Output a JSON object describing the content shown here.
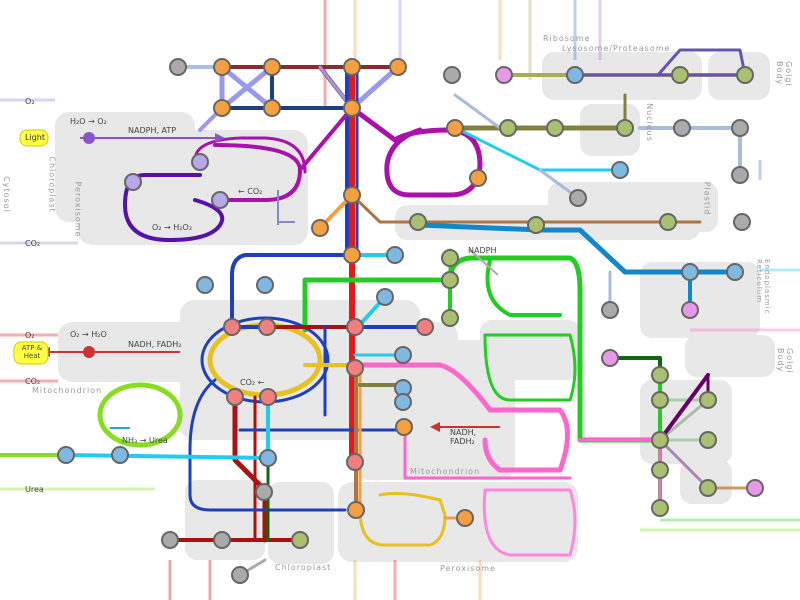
{
  "compartments": {
    "cytosol": "Cytosol",
    "chloroplast_top": "Chloroplast",
    "peroxisome_top": "Peroxisome",
    "mitochondrion_left": "Mitochondrion",
    "mitochondrion_center": "Mitochondrion",
    "chloroplast_bottom": "Chloroplast",
    "peroxisome_bottom": "Peroxisome",
    "ribosome": "Ribosome",
    "lysosome": "Lysosome/Proteasome",
    "golgi_top": "Golgi Body",
    "nucleus": "Nucleus",
    "plastid": "Plastid",
    "er": "Endoplasmic Reticulum",
    "golgi_right": "Golgi Body"
  },
  "labels": {
    "o2_left": "O₂",
    "light": "Light",
    "water_to_o2": "H₂O → O₂",
    "nadph_atp": "NADPH, ATP",
    "co2_in": "← CO₂",
    "o2_to_h2o2": "O₂ → H₂O₂",
    "co2_left": "CO₂",
    "nadph": "NADPH",
    "o2_left2": "O₂",
    "o2_to_h2o": "O₂ → H₂O",
    "atp_heat": "ATP & Heat",
    "nadh_fadh2": "NADH, FADH₂",
    "co2_mito": "CO₂ ←",
    "co2_left2": "CO₂",
    "nh3_urea": "NH₃ → Urea",
    "urea": "Urea",
    "nadh_fadh2_right": "NADH, FADH₂"
  },
  "colors": {
    "compartment": "#e8e8e8",
    "compartment_label": "#999999",
    "red": "#e31a1c",
    "blue": "#1f3fbf",
    "navy": "#1f3f7f",
    "green": "#22cc22",
    "purple": "#aa11aa",
    "pink": "#ff66cc",
    "yellow": "#e8c020",
    "cyan": "#22ccee",
    "orange": "#f4a040",
    "olive": "#808040",
    "darkred": "#aa1111",
    "lime": "#88dd22",
    "node_fill": "#f4a040"
  }
}
